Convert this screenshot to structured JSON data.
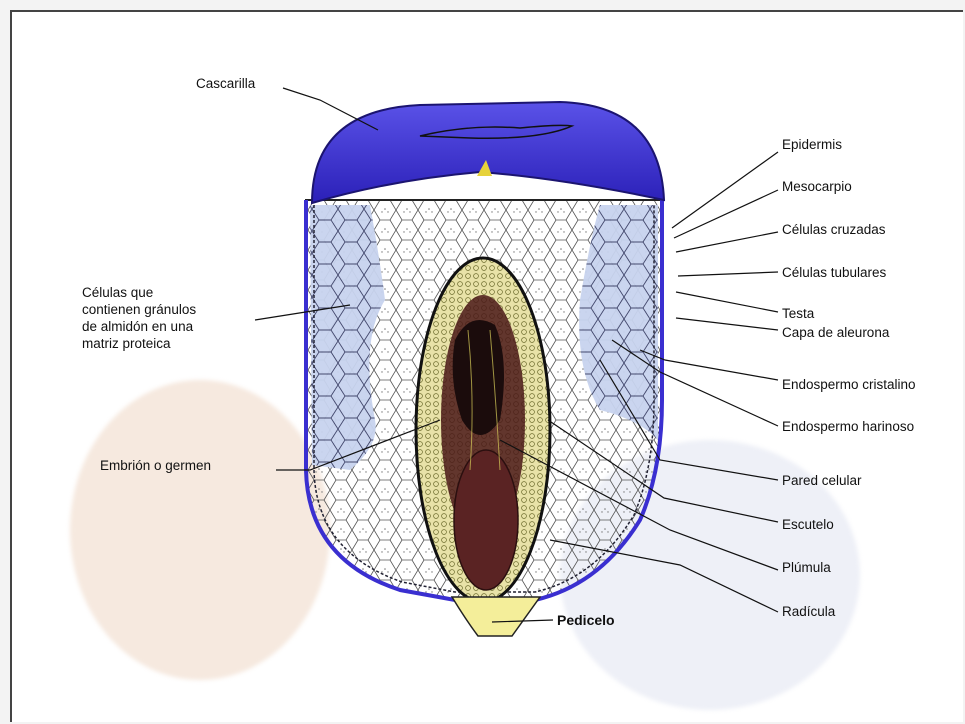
{
  "labels": {
    "cascarilla": "Cascarilla",
    "epidermis": "Epidermis",
    "mesocarpio": "Mesocarpio",
    "celulas_cruzadas": "Células cruzadas",
    "celulas_tubulares": "Células tubulares",
    "testa": "Testa",
    "capa_aleurona": "Capa de aleurona",
    "endospermo_cristalino": "Endospermo cristalino",
    "endospermo_harinoso": "Endospermo harinoso",
    "pared_celular": "Pared celular",
    "escutelo": "Escutelo",
    "plumula": "Plúmula",
    "radicula": "Radícula",
    "pedicelo": "Pedicelo",
    "celulas_granulos": "Células que\ncontienen gránulos\nde almidón en una\nmatriz proteica",
    "embrion": "Embrión o germen"
  },
  "colors": {
    "pericarp": "#3a2fd0",
    "endosperm_light": "#c9d6ef",
    "embryo": "#e8e2a8",
    "pedicel": "#f4ee9a"
  }
}
